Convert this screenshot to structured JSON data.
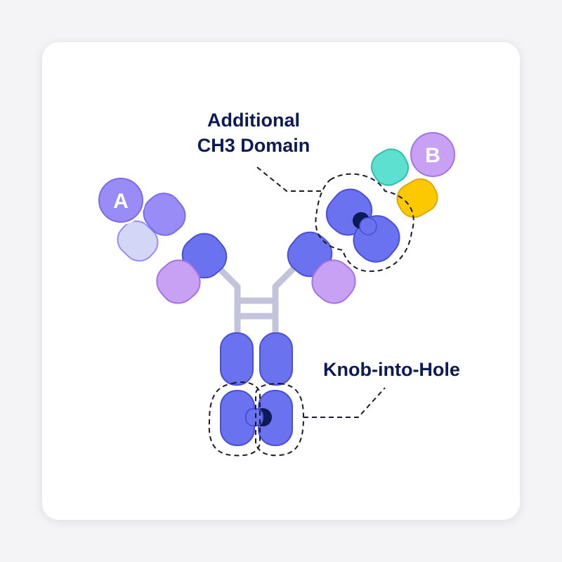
{
  "labels": {
    "additional_line1": "Additional",
    "additional_line2": "CH3 Domain",
    "knob": "Knob-into-Hole"
  },
  "badges": {
    "a": "A",
    "b": "B"
  },
  "colors": {
    "heavy_chain": "#6b72ef",
    "heavy_chain_stroke": "#4a50d6",
    "light_chain_a": "#9a8cf7",
    "light_chain_a_pale": "#d4d6f8",
    "light_chain_purple": "#c8a1f4",
    "light_chain_b_teal": "#5de0cf",
    "light_chain_b_yellow": "#fcc800",
    "knob": "#0c1a55",
    "hinge": "#c3c4dc",
    "badge_a": "#9a8cf7",
    "badge_b": "#c8a1f4",
    "label_text": "#0c1a55"
  },
  "icons": {
    "badge_a": "circle-letter",
    "badge_b": "circle-letter",
    "knob": "dark-circle-knob"
  }
}
